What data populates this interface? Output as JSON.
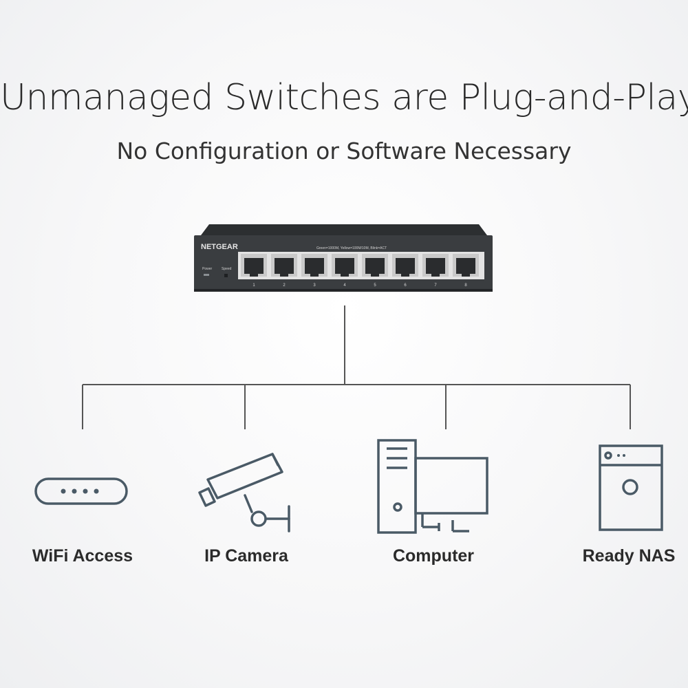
{
  "header": {
    "title": "Unmanaged Switches are Plug-and-Play",
    "subtitle": "No Configuration or Software Necessary"
  },
  "switch": {
    "brand": "NETGEAR",
    "front_text": "Green=1000M, Yellow=100M/10M, Blink=ACT",
    "power_label": "Power",
    "speed_label": "Speed",
    "port_numbers": [
      "1",
      "2",
      "3",
      "4",
      "5",
      "6",
      "7",
      "8"
    ]
  },
  "devices": [
    {
      "label": "WiFi Access",
      "icon": "wifi-access-point-icon"
    },
    {
      "label": "IP Camera",
      "icon": "ip-camera-icon"
    },
    {
      "label": "Computer",
      "icon": "computer-icon"
    },
    {
      "label": "Ready NAS",
      "icon": "nas-icon"
    }
  ],
  "colors": {
    "icon_stroke": "#4a5a66",
    "line": "#555555",
    "switch_body": "#3a3d40",
    "text": "#2b2b2b"
  }
}
